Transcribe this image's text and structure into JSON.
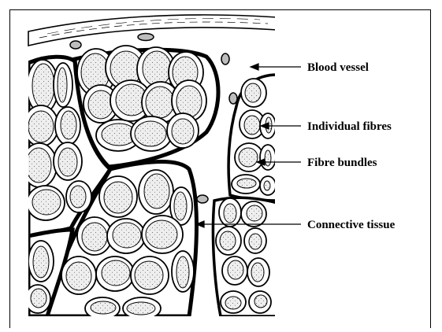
{
  "labels": {
    "blood_vessel": "Blood vessel",
    "individual_fibres": "Individual fibres",
    "fibre_bundles": "Fibre bundles",
    "connective_tissue": "Connective tissue"
  },
  "colors": {
    "ink": "#000000",
    "fibre_fill": "#eeeeee",
    "cell_fill": "#ffffff",
    "vessel_fill": "#bdbdbd"
  }
}
